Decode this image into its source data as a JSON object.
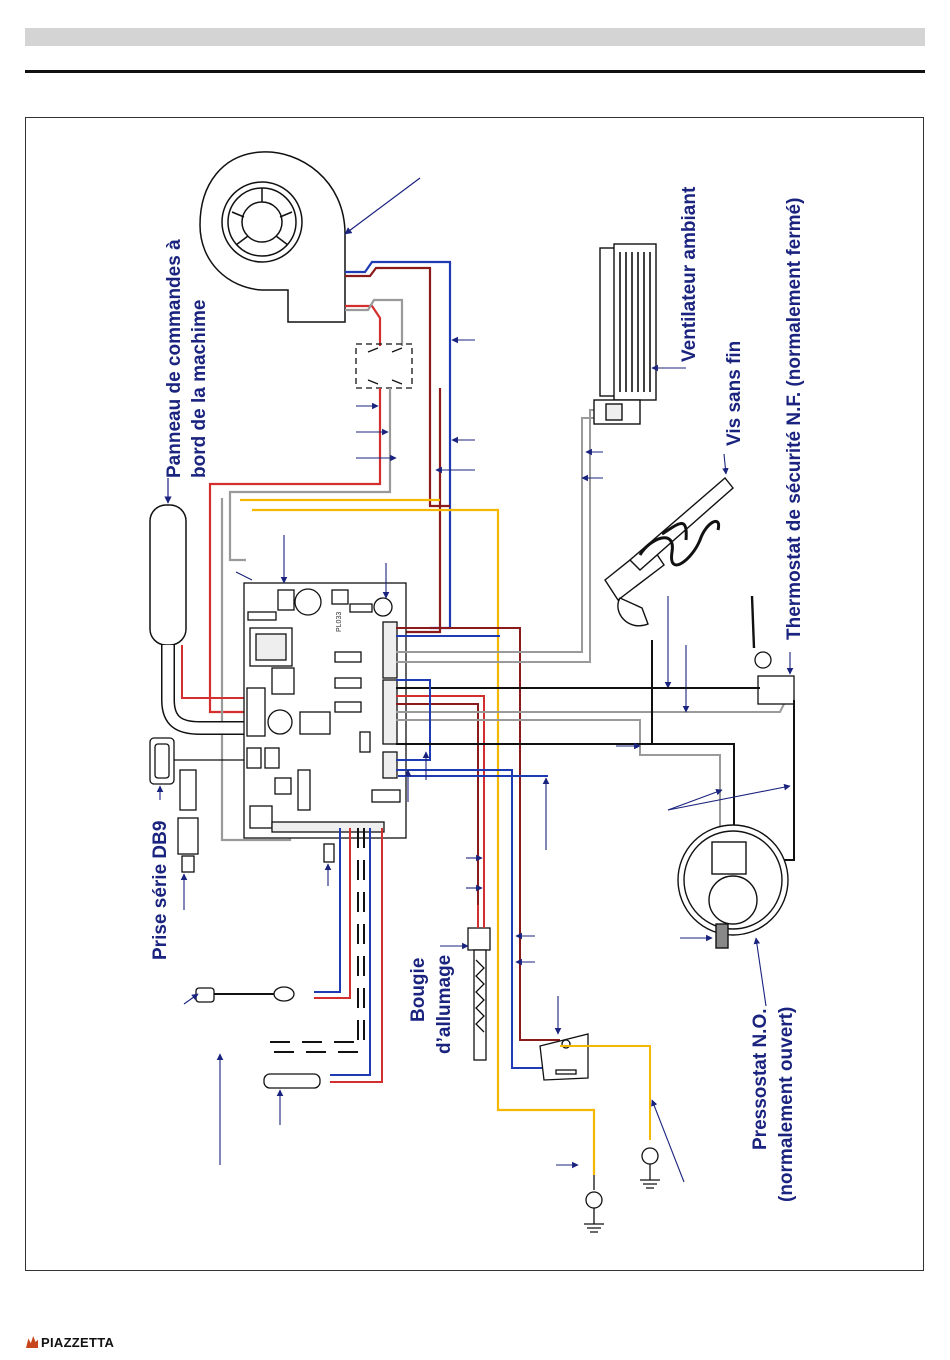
{
  "labels": {
    "control_panel_line1": "Panneau de commandes à",
    "control_panel_line2": "bord de la machime",
    "room_fan": "Ventilateur ambiant",
    "safety_thermostat": "Thermostat de sécurité N.F. (normalement fermé)",
    "auger": "Vis sans fin",
    "serial_port": "Prise série DB9",
    "igniter_line1": "Bougie",
    "igniter_line2": "d’allumage",
    "pressure_switch_line1": "Pressostat N.O.",
    "pressure_switch_line2": "(normalement ouvert)",
    "board_ref": "PL033"
  },
  "brand": {
    "name": "PIAZZETTA"
  },
  "colors": {
    "wire_red": "#d32f2f",
    "wire_darkred": "#8b1a1a",
    "wire_blue": "#1f3bb3",
    "wire_yellow": "#f5b800",
    "wire_gray": "#9a9a9a",
    "wire_black": "#111111",
    "label_navy": "#1a237e",
    "brand_orange": "#c8461d"
  }
}
